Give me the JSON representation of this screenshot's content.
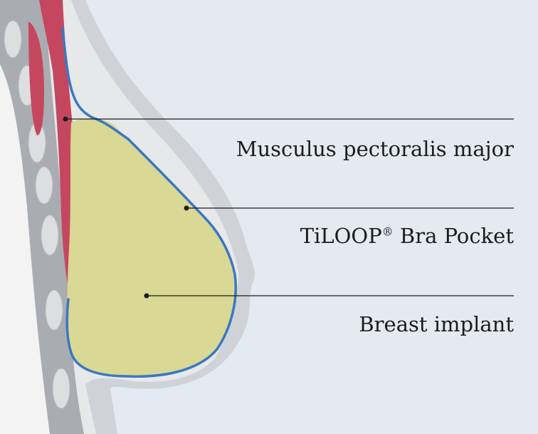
{
  "diagram": {
    "labels": {
      "muscle": "Musculus pectoralis major",
      "pocket_name": "TiLOOP",
      "pocket_mark": "®",
      "pocket_rest": " Bra Pocket",
      "implant": "Breast implant"
    },
    "colors": {
      "background": "#e3eaf1",
      "body_outer": "#cfd3d7",
      "body_inner": "#e6e8ea",
      "chest_wall": "#f3f3f3",
      "chest_shadow": "#a9adb1",
      "rib": "#dcdee0",
      "muscle": "#c5475f",
      "implant": "#d9d895",
      "pocket": "#3a78c2",
      "leader_line": "#1c1c1c"
    }
  }
}
